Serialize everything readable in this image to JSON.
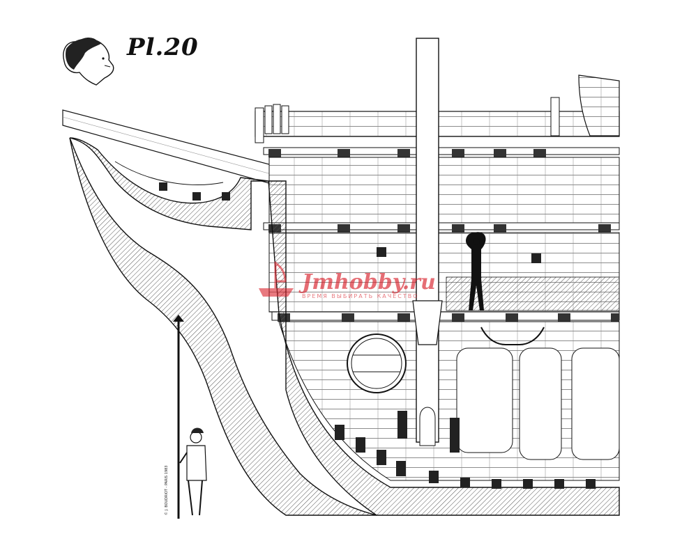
{
  "plate": {
    "label": "Pl.20"
  },
  "watermark": {
    "site": "Jmhobby.ru",
    "tagline": "ВРЕМЯ ВЫБИРАТЬ КАЧЕСТВО"
  },
  "copyright": {
    "text": "© J. BOUDRIOT - PARIS 1983"
  },
  "colors": {
    "ink": "#111111",
    "hatch": "#555555",
    "paper": "#ffffff",
    "watermark": "#d8202a"
  },
  "icons": [
    "head-portrait-icon",
    "ship-logo-icon",
    "sailor-figure-icon",
    "crew-silhouette-icon",
    "barrel-icon"
  ]
}
